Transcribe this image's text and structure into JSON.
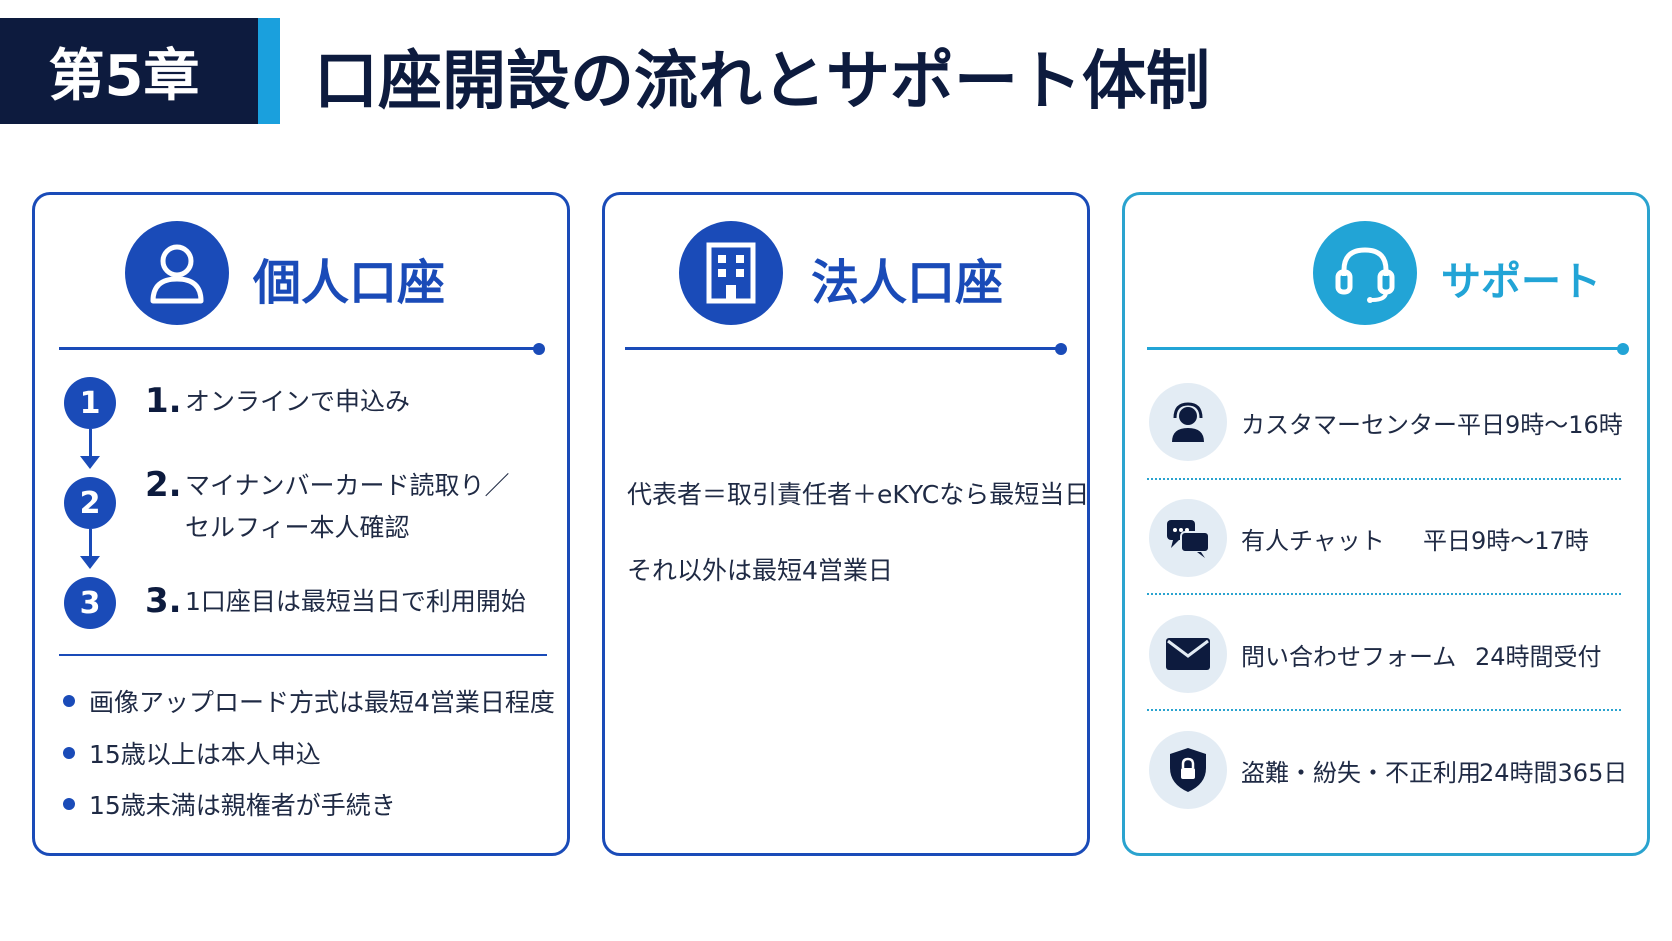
{
  "header": {
    "chapter": "第5章",
    "title": "口座開設の流れとサポート体制"
  },
  "personal": {
    "title": "個人口座",
    "icon": "person-icon",
    "steps": [
      {
        "badge": "1",
        "num": "1.",
        "line1": "オンラインで申込み",
        "line2": ""
      },
      {
        "badge": "2",
        "num": "2.",
        "line1": "マイナンバーカード読取り／",
        "line2": "セルフィー本人確認"
      },
      {
        "badge": "3",
        "num": "3.",
        "line1": "1口座目は最短当日で利用開始",
        "line2": ""
      }
    ],
    "bullets": [
      "画像アップロード方式は最短4営業日程度",
      "15歳以上は本人申込",
      "15歳未満は親権者が手続き"
    ]
  },
  "corporate": {
    "title": "法人口座",
    "icon": "building-icon",
    "lines": [
      "代表者＝取引責任者＋eKYCなら最短当日",
      "それ以外は最短4営業日"
    ]
  },
  "support": {
    "title": "サポート",
    "icon": "headset-icon",
    "items": [
      {
        "icon": "support-agent-icon",
        "label": "カスタマーセンター",
        "hours": "平日9時〜16時"
      },
      {
        "icon": "chat-bubbles-icon",
        "label": "有人チャット",
        "hours": "平日9時〜17時"
      },
      {
        "icon": "envelope-icon",
        "label": "問い合わせフォーム",
        "hours": "24時間受付"
      },
      {
        "icon": "shield-lock-icon",
        "label": "盗難・紛失・不正利用",
        "hours": "24時間365日"
      }
    ]
  },
  "colors": {
    "navy": "#0d1b3e",
    "blue": "#1a4bb8",
    "cyan": "#22a4d6",
    "icon_bg": "#e3ecf4"
  }
}
